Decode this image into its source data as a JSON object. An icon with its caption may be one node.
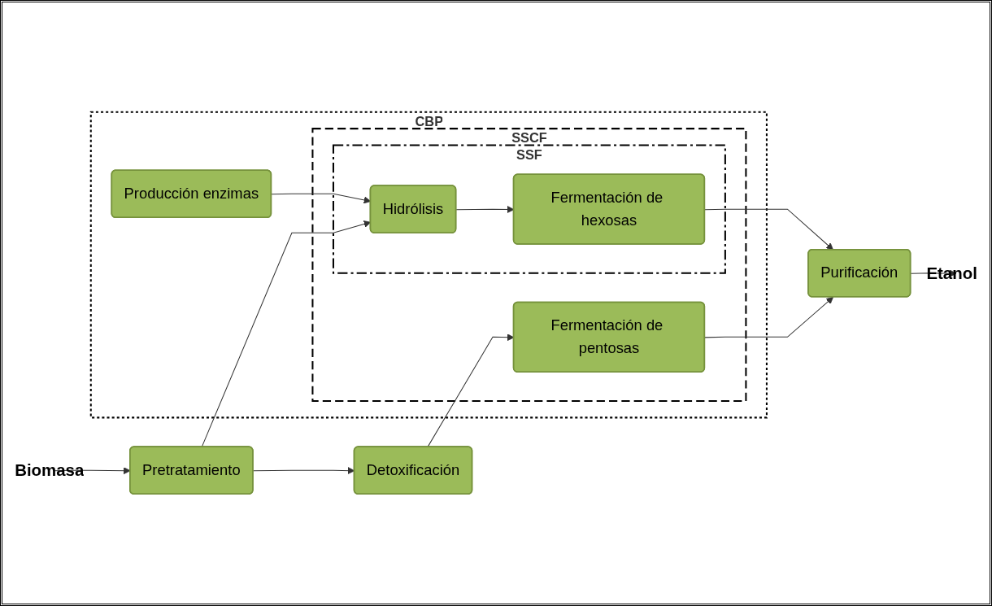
{
  "diagram": {
    "nodes": [
      {
        "text": [
          "Biomasa"
        ]
      },
      {
        "text": [
          "Pretratamiento"
        ]
      },
      {
        "text": [
          "CBP"
        ]
      },
      {
        "text": [
          "Producción enzimas"
        ],
        "in": 2
      },
      {
        "text": [
          "SSCF"
        ],
        "in": 2
      },
      {
        "text": [
          "SSF"
        ],
        "in": 4
      },
      {
        "text": [
          "Hidrólisis"
        ],
        "in": 5
      },
      {
        "text": [
          "Fermentación de hexosas"
        ],
        "in": 5
      },
      {
        "text": [
          "Fermentación de pentosas"
        ],
        "in": 4
      },
      {
        "text": [
          "Detoxificación"
        ]
      },
      {
        "text": [
          "Purificación"
        ]
      },
      {
        "text": [
          "Etanol"
        ]
      }
    ],
    "edges": [
      {
        "from": 0,
        "to": 1,
        "arrow": "to"
      },
      {
        "from": 1,
        "to": 6,
        "arrow": "to"
      },
      {
        "from": 1,
        "to": 9,
        "arrow": "to"
      },
      {
        "from": 3,
        "to": 6,
        "arrow": "to"
      },
      {
        "from": 6,
        "to": 7,
        "arrow": "to"
      },
      {
        "from": 7,
        "to": 10,
        "arrow": "to"
      },
      {
        "from": 8,
        "to": 10,
        "arrow": "to"
      },
      {
        "from": 9,
        "to": 8,
        "arrow": "to"
      },
      {
        "from": 10,
        "to": 11,
        "arrow": "to"
      }
    ]
  }
}
